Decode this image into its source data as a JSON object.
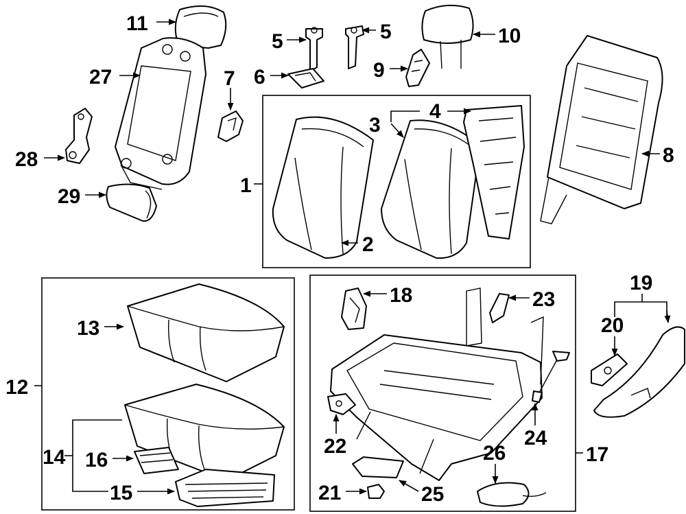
{
  "colors": {
    "ink": "#000000",
    "paper": "#ffffff"
  },
  "callouts": {
    "c1": "1",
    "c2": "2",
    "c3": "3",
    "c4": "4",
    "c5a": "5",
    "c5b": "5",
    "c6": "6",
    "c7": "7",
    "c8": "8",
    "c9": "9",
    "c10": "10",
    "c11": "11",
    "c12": "12",
    "c13": "13",
    "c14": "14",
    "c15": "15",
    "c16": "16",
    "c17": "17",
    "c18": "18",
    "c19": "19",
    "c20": "20",
    "c21": "21",
    "c22": "22",
    "c23": "23",
    "c24": "24",
    "c25": "25",
    "c26": "26",
    "c27": "27",
    "c28": "28",
    "c29": "29"
  }
}
